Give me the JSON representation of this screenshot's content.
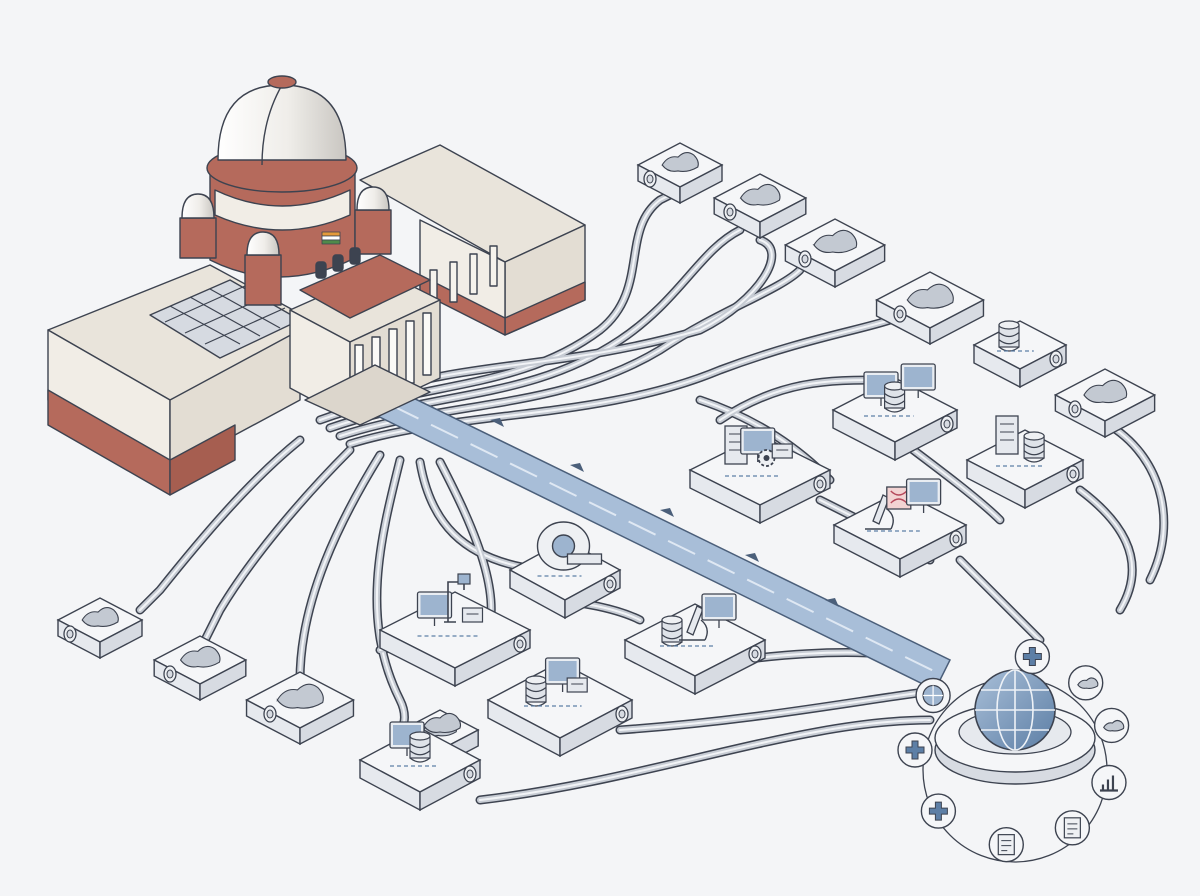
{
  "colors": {
    "background": "#f4f5f7",
    "outline": "#3d4350",
    "court_wall": "#f1ede6",
    "court_trim": "#b56a5c",
    "court_roof": "#e9e4db",
    "dome": "#f2f0ec",
    "node_top": "#f5f6f8",
    "node_side": "#d7dbe2",
    "pipe": "#c7ccd4",
    "pipe_highlight": "#f2f4f7",
    "highway": "#9db4cf",
    "highway_edge": "#4b5f7a",
    "accent": "#5d7fa6",
    "flag_saffron": "#e59a3a",
    "flag_green": "#4f8a4a"
  },
  "nodes": {
    "court": {
      "icon": "supreme-court-building-icon"
    },
    "state_maps": [
      "state-map-icon",
      "state-map-icon",
      "state-map-icon",
      "state-map-icon",
      "state-map-icon",
      "state-map-icon",
      "state-map-icon",
      "state-map-icon",
      "state-map-icon"
    ],
    "facilities": [
      {
        "id": "server-lab",
        "icons": [
          "server-icon",
          "monitor-icon",
          "gear-icon",
          "circuit-board-icon"
        ]
      },
      {
        "id": "records-lab",
        "icons": [
          "laptop-icon",
          "database-icon",
          "document-icon"
        ]
      },
      {
        "id": "database-node",
        "icons": [
          "database-icon"
        ]
      },
      {
        "id": "storage-lab",
        "icons": [
          "cabinet-icon",
          "database-icon"
        ]
      },
      {
        "id": "forensic-lab",
        "icons": [
          "microscope-icon",
          "dna-icon",
          "monitor-icon"
        ]
      },
      {
        "id": "scanner-lab",
        "icons": [
          "mri-scanner-icon"
        ]
      },
      {
        "id": "xray-lab",
        "icons": [
          "xray-monitor-icon",
          "crane-icon",
          "chip-icon"
        ]
      },
      {
        "id": "pathology-lab",
        "icons": [
          "database-icon",
          "microscope-icon",
          "clipboard-icon"
        ]
      },
      {
        "id": "analytics-lab",
        "icons": [
          "database-icon",
          "chart-monitor-icon",
          "chip-icon"
        ]
      },
      {
        "id": "review-node",
        "icons": [
          "magnifier-document-icon",
          "database-icon",
          "state-map-icon"
        ]
      }
    ],
    "hub": {
      "icon": "globe-icon",
      "satellites": [
        "medical-cross-icon",
        "map-icon",
        "india-map-icon",
        "bar-chart-icon",
        "clipboard-icon",
        "id-card-icon",
        "medical-cross-icon",
        "medical-cross-icon",
        "globe-icon"
      ]
    }
  }
}
